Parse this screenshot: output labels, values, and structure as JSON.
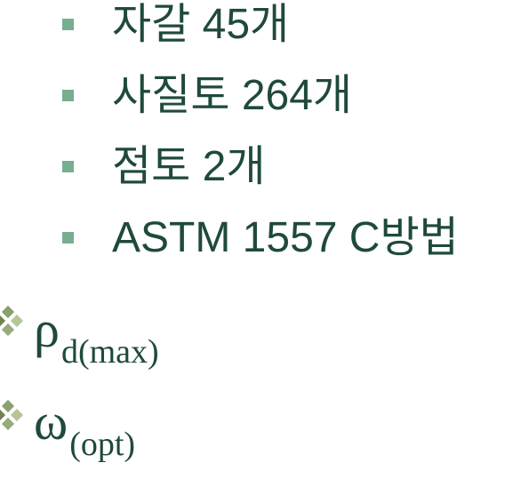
{
  "bullets": [
    {
      "text": "자갈 45개"
    },
    {
      "text": "사질토 264개"
    },
    {
      "text": "점토 2개"
    },
    {
      "text": "ASTM 1557 C방법"
    }
  ],
  "formulas": [
    {
      "symbol": "ρ",
      "subscript": "d(max)"
    },
    {
      "symbol": "ω",
      "subscript": "(opt)"
    }
  ],
  "colors": {
    "text": "#1f4a3a",
    "square_bullet": "#79ad91",
    "diamond_1": "#6f8450",
    "diamond_2": "#8aa06f",
    "diamond_3": "#b5c59a",
    "diamond_4": "#97ab7c"
  }
}
